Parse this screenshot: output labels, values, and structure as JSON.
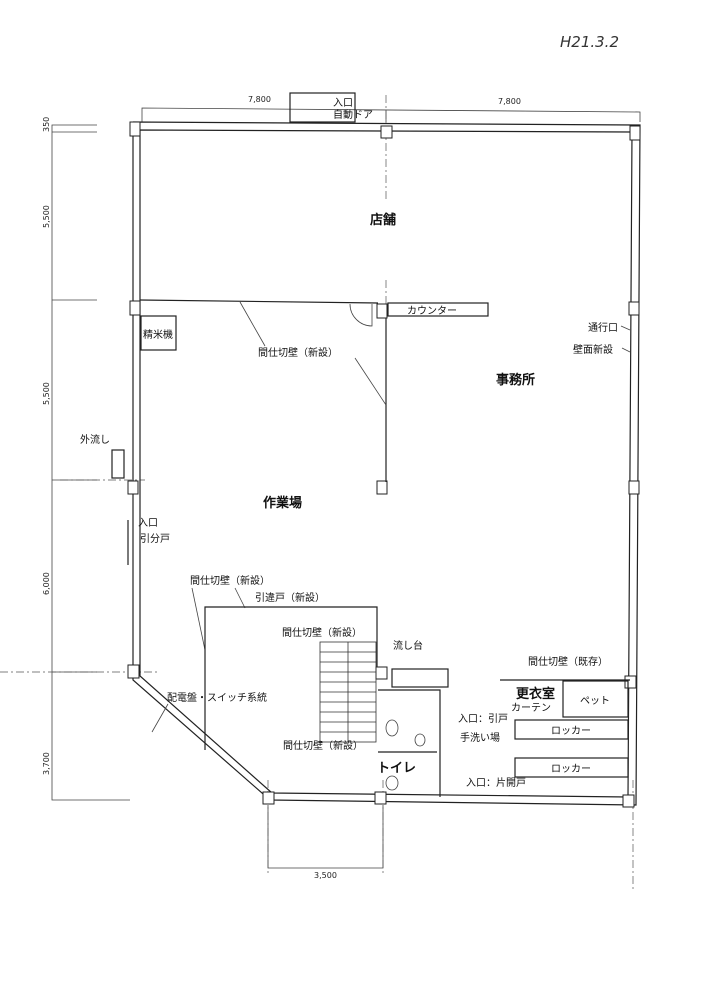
{
  "date_note": "H21.3.2",
  "dimensions": {
    "top_left": "7,800",
    "top_right": "7,800",
    "left_1": "350",
    "left_2": "5,500",
    "left_3": "5,500",
    "left_4": "6,000",
    "left_5": "3,700",
    "bottom": "3,500"
  },
  "rooms": {
    "store": "店舗",
    "office": "事務所",
    "workshop": "作業場",
    "toilet": "トイレ",
    "changing_room": "更衣室"
  },
  "labels": {
    "entrance": "入口",
    "auto_door": "自動ドア",
    "counter": "カウンター",
    "rice_mill": "精米機",
    "partition_new_1": "間仕切壁（新設）",
    "passage": "通行口",
    "new_wall": "壁面新設",
    "outdoor_sink": "外流し",
    "entrance_2": "入口",
    "double_sliding_door": "引分戸",
    "partition_new_2": "間仕切壁（新設）",
    "sliding_door_new": "引違戸（新設）",
    "partition_new_3": "間仕切壁（新設）",
    "sink": "流し台",
    "partition_existing": "間仕切壁（既存）",
    "curtain": "カーテン",
    "pet": "ペット",
    "panel": "配電盤・スイッチ系統",
    "entrance_sliding": "入口：引戸",
    "wash_area": "手洗い場",
    "partition_new_4": "間仕切壁（新設）",
    "locker_1": "ロッカー",
    "locker_2": "ロッカー",
    "entrance_hinged": "入口：片開戸"
  }
}
